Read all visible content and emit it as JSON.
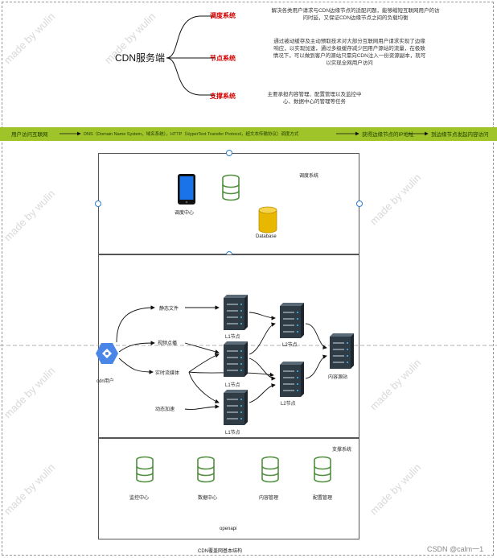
{
  "server_title": "CDN服务端",
  "branches": [
    {
      "label": "调度系统",
      "desc_lines": [
        "解决各类用户请求与CDN边缘节点的适配问题，能够缩短互联网用户的访",
        "问时延，又保证CDN边缘节点之间的负载均衡"
      ]
    },
    {
      "label": "节点系统",
      "desc_lines": [
        "通过被动缓存及主动预取技术对大部分互联网用户请求实现了边缘",
        "响应，以实现加速，通过多级缓存减少回用户源站的流量，在极致",
        "情况下，可以做到客户的源站只需向CDN注入一份资源副本，就可",
        "以实现全网用户访问"
      ]
    },
    {
      "label": "支撑系统",
      "desc_lines": [
        "主要承担内容管理、配置管理以及监控中",
        "心、数据中心的管理等任务"
      ]
    }
  ],
  "flow_bar": {
    "items": [
      "用户访问互联网",
      "DNS（Domain Name System，域名系统），HTTP（HyperText Transfer Protocol，超文本传输协议）调度方式",
      "获得边缘节点的IP地址",
      "到边缘节点发起内容访问"
    ]
  },
  "scheduling_panel": {
    "title": "调度系统",
    "mobile_label": "调度中心",
    "db_label": "Database"
  },
  "node_panel": {
    "user_label": "cdn用户",
    "request_types": [
      "静态文件",
      "视频点播",
      "实时流媒体",
      "动态加速"
    ],
    "l1_labels": [
      "L1节点",
      "L1节点",
      "L1节点"
    ],
    "l2_labels": [
      "L2节点",
      "L2节点"
    ],
    "origin_label": "内容源站"
  },
  "support_panel": {
    "title": "支撑系统",
    "items": [
      "监控中心",
      "数据中心",
      "内容管理",
      "配置管理"
    ],
    "footer": "openapi"
  },
  "caption": "CDN覆盖网基本结构",
  "watermark": "made by wulin",
  "credit": "CSDN @calm一1",
  "colors": {
    "accent_green": "#9ec42a",
    "alert_red": "#d40000",
    "server_dark": "#2f3b45",
    "db_green": "#4f8f3e",
    "db_yellow": "#e8b800",
    "mobile_blue": "#1a73e8"
  }
}
